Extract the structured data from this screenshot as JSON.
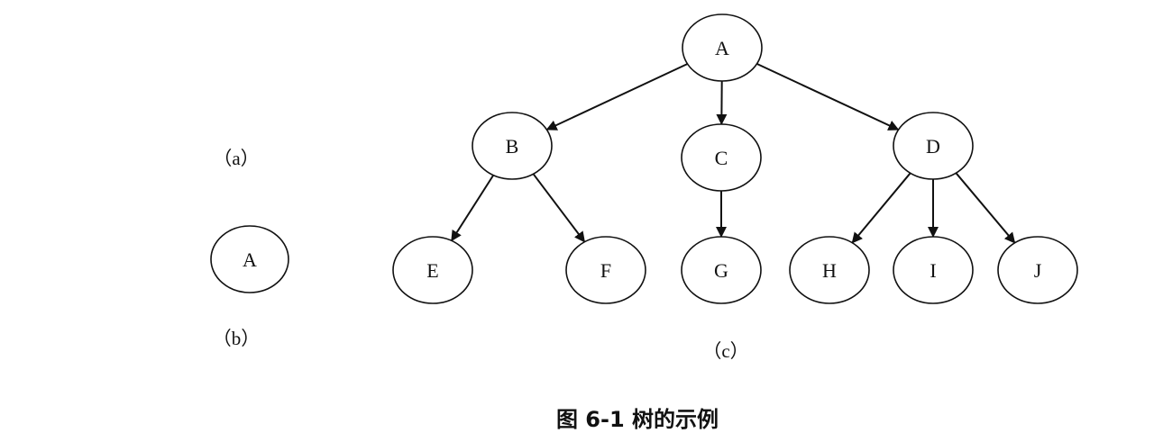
{
  "panels": {
    "a": {
      "label": "（a）",
      "nodes": []
    },
    "b": {
      "label": "（b）",
      "nodes": [
        {
          "id": "A",
          "text": "A"
        }
      ]
    },
    "c": {
      "label": "（c）",
      "nodes": [
        {
          "id": "A",
          "text": "A"
        },
        {
          "id": "B",
          "text": "B"
        },
        {
          "id": "C",
          "text": "C"
        },
        {
          "id": "D",
          "text": "D"
        },
        {
          "id": "E",
          "text": "E"
        },
        {
          "id": "F",
          "text": "F"
        },
        {
          "id": "G",
          "text": "G"
        },
        {
          "id": "H",
          "text": "H"
        },
        {
          "id": "I",
          "text": "I"
        },
        {
          "id": "J",
          "text": "J"
        }
      ],
      "edges": [
        {
          "from": "A",
          "to": "B"
        },
        {
          "from": "A",
          "to": "C"
        },
        {
          "from": "A",
          "to": "D"
        },
        {
          "from": "B",
          "to": "E"
        },
        {
          "from": "B",
          "to": "F"
        },
        {
          "from": "C",
          "to": "G"
        },
        {
          "from": "D",
          "to": "H"
        },
        {
          "from": "D",
          "to": "I"
        },
        {
          "from": "D",
          "to": "J"
        }
      ]
    }
  },
  "caption": "图 6-1  树的示例"
}
